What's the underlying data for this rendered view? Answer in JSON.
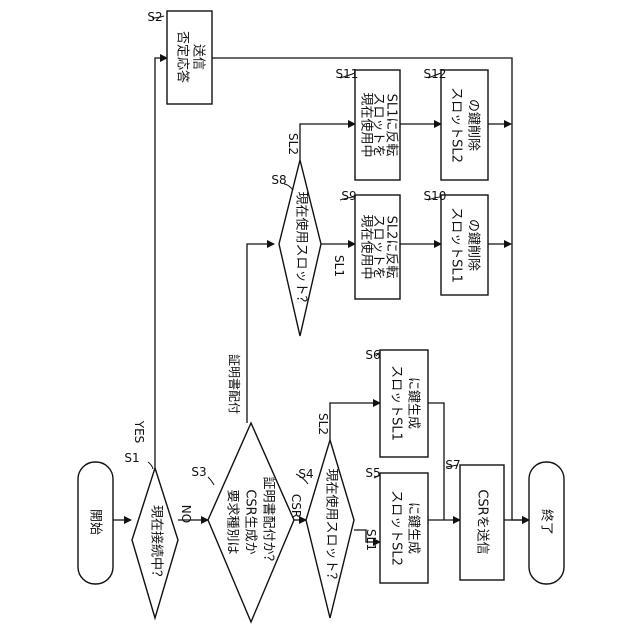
{
  "steps": {
    "s1": "S1",
    "s2": "S2",
    "s3": "S3",
    "s4": "S4",
    "s5": "S5",
    "s6": "S6",
    "s7": "S7",
    "s8": "S8",
    "s9": "S9",
    "s10": "S10",
    "s11": "S11",
    "s12": "S12"
  },
  "nodes": {
    "start": "開始",
    "end": "終了",
    "connecting": [
      "現在接続中？"
    ],
    "negative": [
      "否定応答",
      "送信"
    ],
    "request_type": [
      "要求種別は",
      "CSR生成か",
      "証明書配付か？"
    ],
    "current_slot_csr": [
      "現在使用スロット？"
    ],
    "current_slot_cert": [
      "現在使用スロット？"
    ],
    "key_gen_sl2": [
      "スロットSL2",
      "に鍵生成"
    ],
    "key_gen_sl1": [
      "スロットSL1",
      "に鍵生成"
    ],
    "send_csr": [
      "CSRを送信"
    ],
    "flip_to_sl2": [
      "現在使用中",
      "スロットを",
      "SL2に反転"
    ],
    "flip_to_sl1": [
      "現在使用中",
      "スロットを",
      "SL1に反転"
    ],
    "del_key_sl1": [
      "スロットSL1",
      "の鍵削除"
    ],
    "del_key_sl2": [
      "スロットSL2",
      "の鍵削除"
    ]
  },
  "branches": {
    "yes": "YES",
    "no": "NO",
    "csr": "CSR",
    "cert": "証明書配付",
    "sl1_a": "SL1",
    "sl2_a": "SL2",
    "sl1_b": "SL1",
    "sl2_b": "SL2"
  }
}
